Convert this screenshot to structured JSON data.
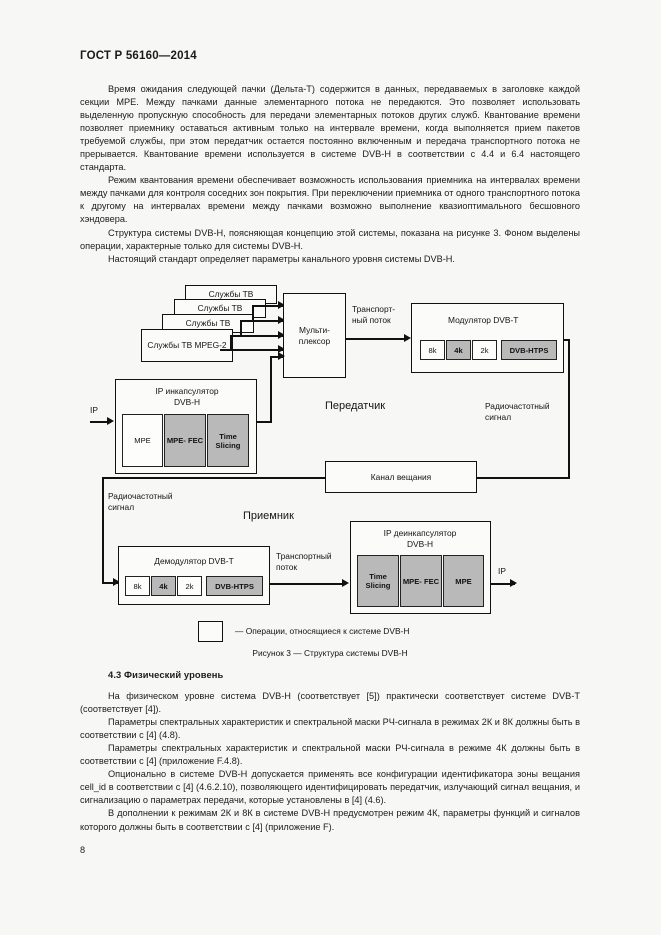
{
  "document": {
    "header": "ГОСТ Р 56160—2014",
    "page_number": "8"
  },
  "body": {
    "paragraphs": [
      "Время ожидания следующей пачки (Дельта-Т) содержится в данных, передаваемых в заголовке каждой секции MPE. Между пачками данные элементарного потока не передаются. Это позволяет использовать выделенную пропускную способность для передачи элементарных потоков других служб. Квантование времени позволяет приемнику оставаться активным только на интервале времени, когда выполняется прием пакетов требуемой службы, при этом передатчик остается постоянно включенным и передача транспортного потока не прерывается. Квантование времени используется в системе DVB-H в соответствии с 4.4 и 6.4 настоящего стандарта.",
      "Режим квантования времени обеспечивает возможность использования приемника на интервалах времени между пачками для контроля соседних зон покрытия. При переключении приемника от одного транспортного потока к другому на интервалах времени между пачками возможно выполнение квазиоптимального бесшовного хэндовера.",
      "Структура системы DVB-H, поясняющая концепцию этой системы, показана на рисунке 3. Фоном выделены операции, характерные только для системы DVB-H.",
      "Настоящий стандарт определяет параметры канального уровня системы DVB-H."
    ]
  },
  "figure": {
    "caption": "Рисунок 3 — Структура системы DVB-H",
    "legend_text": "— Операции, относящиеся к системе DVB-H",
    "tv_services": [
      "Службы ТВ",
      "Службы ТВ",
      "Службы ТВ"
    ],
    "tv_services_mpeg": "Службы ТВ\nMPEG-2",
    "multiplexer": "Мульти-\nплексор",
    "transport_stream_top": "Транспорт-\nный поток",
    "modulator": "Модулятор DVB-T",
    "modulator_chips": [
      "8k",
      "4k",
      "2k",
      "DVB-HTPS"
    ],
    "ip_encapsulator": "IP инкапсулятор\nDVB-H",
    "ip_encapsulator_chips": [
      "MPE",
      "MPE-\nFEC",
      "Time\nSlicing"
    ],
    "ip_in_label": "IP",
    "transmitter": "Передатчик",
    "rf_signal_top": "Радиочастотный\nсигнал",
    "broadcast_channel": "Канал вещания",
    "rf_signal_bottom": "Радиочастотный\nсигнал",
    "receiver": "Приемник",
    "demodulator": "Демодулятор DVB-T",
    "demodulator_chips": [
      "8k",
      "4k",
      "2k",
      "DVB-HTPS"
    ],
    "transport_stream_bottom": "Транспортный\nпоток",
    "ip_decapsulator": "IP деинкапсулятор\nDVB-H",
    "ip_decapsulator_chips": [
      "Time\nSlicing",
      "MPE-\nFEC",
      "MPE"
    ],
    "ip_out_label": "IP",
    "colors": {
      "highlight": "#b9b9b9",
      "line": "#111111",
      "box_fill": "#fbfbfa"
    }
  },
  "section": {
    "heading": "4.3  Физический уровень",
    "paragraphs": [
      "На физическом уровне система DVB-H (соответствует [5]) практически соответствует системе DVB-T (соответствует [4]).",
      "Параметры спектральных характеристик и спектральной маски РЧ-сигнала в режимах 2К и 8К должны быть в соответствии с [4] (4.8).",
      "Параметры спектральных характеристик и спектральной маски РЧ-сигнала в режиме 4К должны быть в соответствии с [4] (приложение F.4.8).",
      "Опционально в системе DVB-H допускается применять все конфигурации идентификатора зоны вещания cell_id в соответствии с [4] (4.6.2.10), позволяющего идентифицировать передатчик, излучающий сигнал вещания, и сигнализацию о параметрах передачи, которые установлены в [4] (4.6).",
      "В дополнении к режимам 2К и 8К в системе DVB-H предусмотрен режим 4К, параметры функций и сигналов которого должны быть в соответствии с [4] (приложение F)."
    ]
  }
}
